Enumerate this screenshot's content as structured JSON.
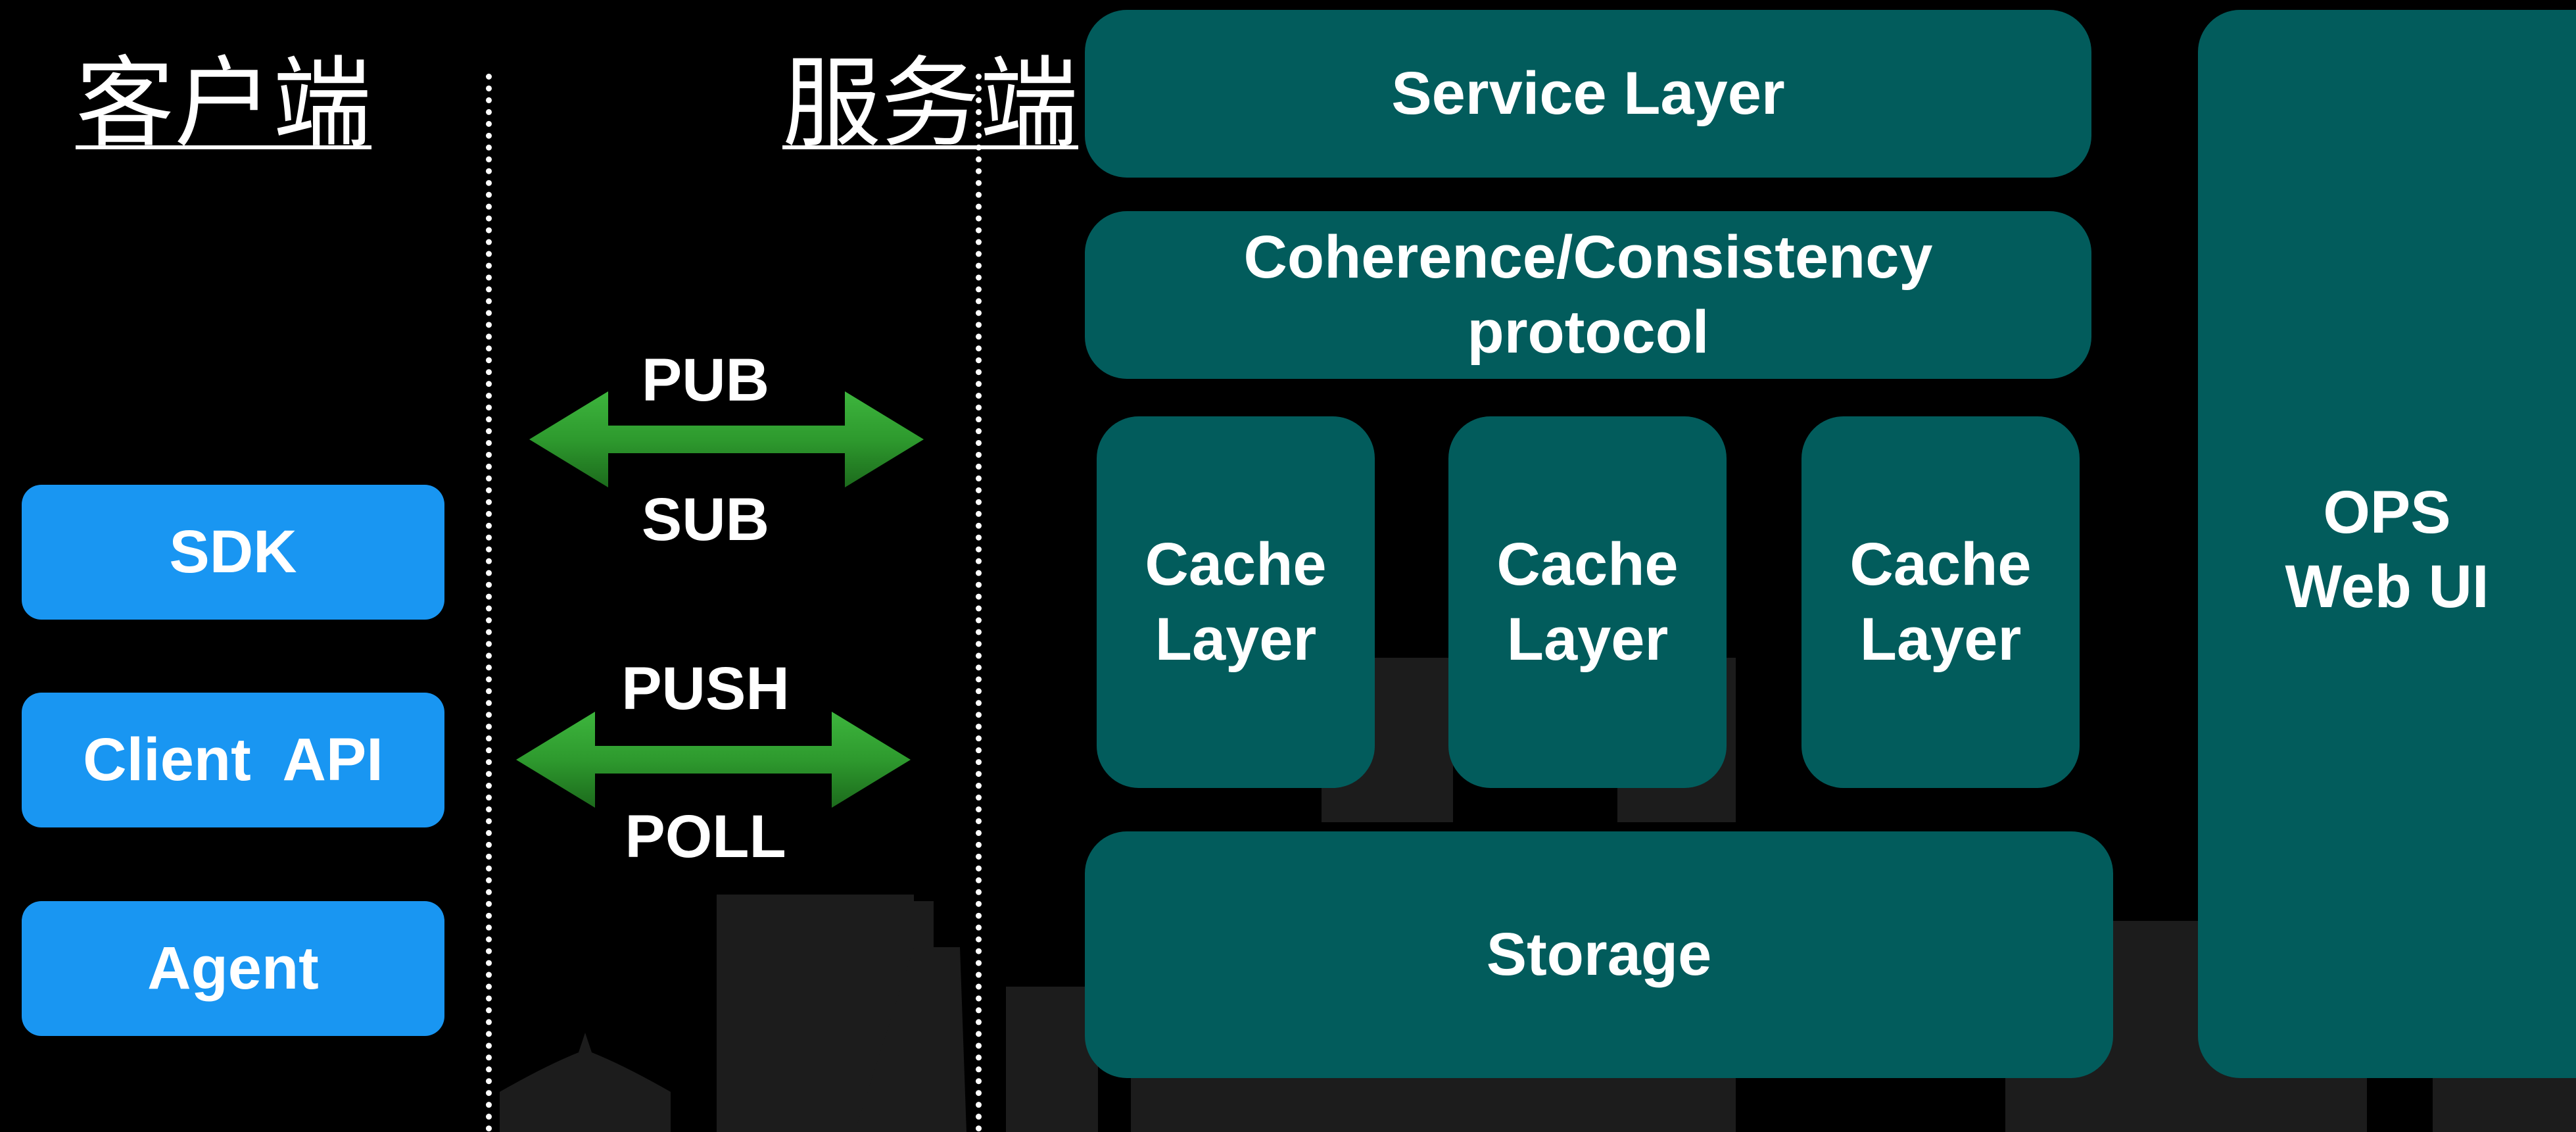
{
  "headings": {
    "client": "客户端",
    "server": "服务端"
  },
  "client_components": {
    "sdk": "SDK",
    "client_api": "Client  API",
    "agent": "Agent"
  },
  "protocols": {
    "pub": "PUB",
    "sub": "SUB",
    "push": "PUSH",
    "poll": "POLL"
  },
  "server_components": {
    "service_layer": "Service Layer",
    "coherence_line1": "Coherence/Consistency",
    "coherence_line2": "protocol",
    "cache_layers": [
      {
        "line1": "Cache",
        "line2": "Layer"
      },
      {
        "line1": "Cache",
        "line2": "Layer"
      },
      {
        "line1": "Cache",
        "line2": "Layer"
      }
    ],
    "storage": "Storage"
  },
  "ops": {
    "line1": "OPS",
    "line2": "Web UI"
  },
  "colors": {
    "background": "#000000",
    "client_box": "#1996f2",
    "server_box": "#025c5c",
    "arrow": "#2e9a2e",
    "text": "#ffffff"
  }
}
